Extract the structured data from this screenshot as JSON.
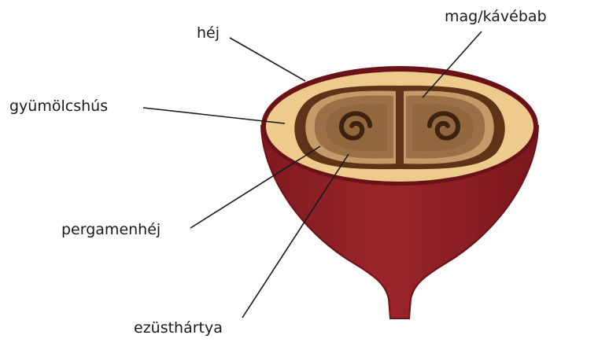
{
  "labels": {
    "hej": "héj",
    "mag": "mag/kávébab",
    "gyumolcshus": "gyümölcshús",
    "pergamenhej": "pergamenhéj",
    "ezusthartya": "ezüsthártya"
  },
  "colors": {
    "skin_dark": "#6b1219",
    "skin": "#8b1c22",
    "pulp": "#eccb8c",
    "parchment": "#5e3318",
    "silverskin": "#c49a68",
    "bean": "#9a7046",
    "bean_inner": "#8a6238",
    "center": "#3e2210",
    "leader": "#1a1a1a"
  }
}
